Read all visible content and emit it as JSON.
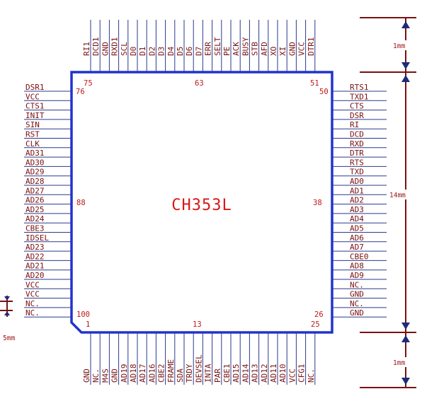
{
  "chip": {
    "name": "CH353L"
  },
  "pins": {
    "left": [
      "DSR1",
      "VCC",
      "CTS1",
      "INIT",
      "SIN",
      "RST",
      "CLK",
      "AD31",
      "AD30",
      "AD29",
      "AD28",
      "AD27",
      "AD26",
      "AD25",
      "AD24",
      "CBE3",
      "IDSEL",
      "AD23",
      "AD22",
      "AD21",
      "AD20",
      "VCC",
      "VCC",
      "NC.",
      "NC."
    ],
    "right": [
      "RTS1",
      "TXD1",
      "CTS",
      "DSR",
      "RI",
      "DCD",
      "RXD",
      "DTR",
      "RTS",
      "TXD",
      "AD0",
      "AD1",
      "AD2",
      "AD3",
      "AD4",
      "AD5",
      "AD6",
      "AD7",
      "CBE0",
      "AD8",
      "AD9",
      "NC.",
      "GND",
      "NC.",
      "GND"
    ],
    "top": [
      "RI1",
      "DCD1",
      "GND",
      "RXD1",
      "SCL",
      "D0",
      "D1",
      "D2",
      "D3",
      "D4",
      "D5",
      "D6",
      "D7",
      "ERR",
      "SELT",
      "PE",
      "ACK",
      "BUSY",
      "STB",
      "AFD",
      "XO",
      "XI",
      "GND",
      "VCC",
      "DTR1"
    ],
    "bottom": [
      "GND",
      "NC.",
      "M4S",
      "GND",
      "AD19",
      "AD18",
      "AD17",
      "AD16",
      "CBE2",
      "FRAME",
      "SDA",
      "TRDY",
      "DEVSEL",
      "INTA",
      "PAR",
      "CBE1",
      "AD15",
      "AD14",
      "AD13",
      "AD12",
      "AD11",
      "AD10",
      "VCC",
      "CFG1",
      "NC."
    ]
  },
  "pin_numbers": {
    "top_left_a": "75",
    "top_left_b": "76",
    "top_mid": "63",
    "top_right_a": "51",
    "top_right_b": "50",
    "left_mid": "88",
    "right_mid": "38",
    "bottom_left_a": "100",
    "bottom_left_b": "1",
    "bottom_mid": "13",
    "bottom_right_a": "26",
    "bottom_right_b": "25"
  },
  "dimensions": {
    "top_pin_length": "1mm",
    "body_size": "14mm",
    "bottom_pin_length": "1mm",
    "pin_pitch": "5mm"
  },
  "colors": {
    "body_outline": "#2233cc",
    "pin_line": "#2a3a8a",
    "pin_text": "#7a1010",
    "pin_number": "#c01818",
    "title": "#d81818",
    "dimension": "#7a1010",
    "arrow": "#1c2b7a"
  }
}
